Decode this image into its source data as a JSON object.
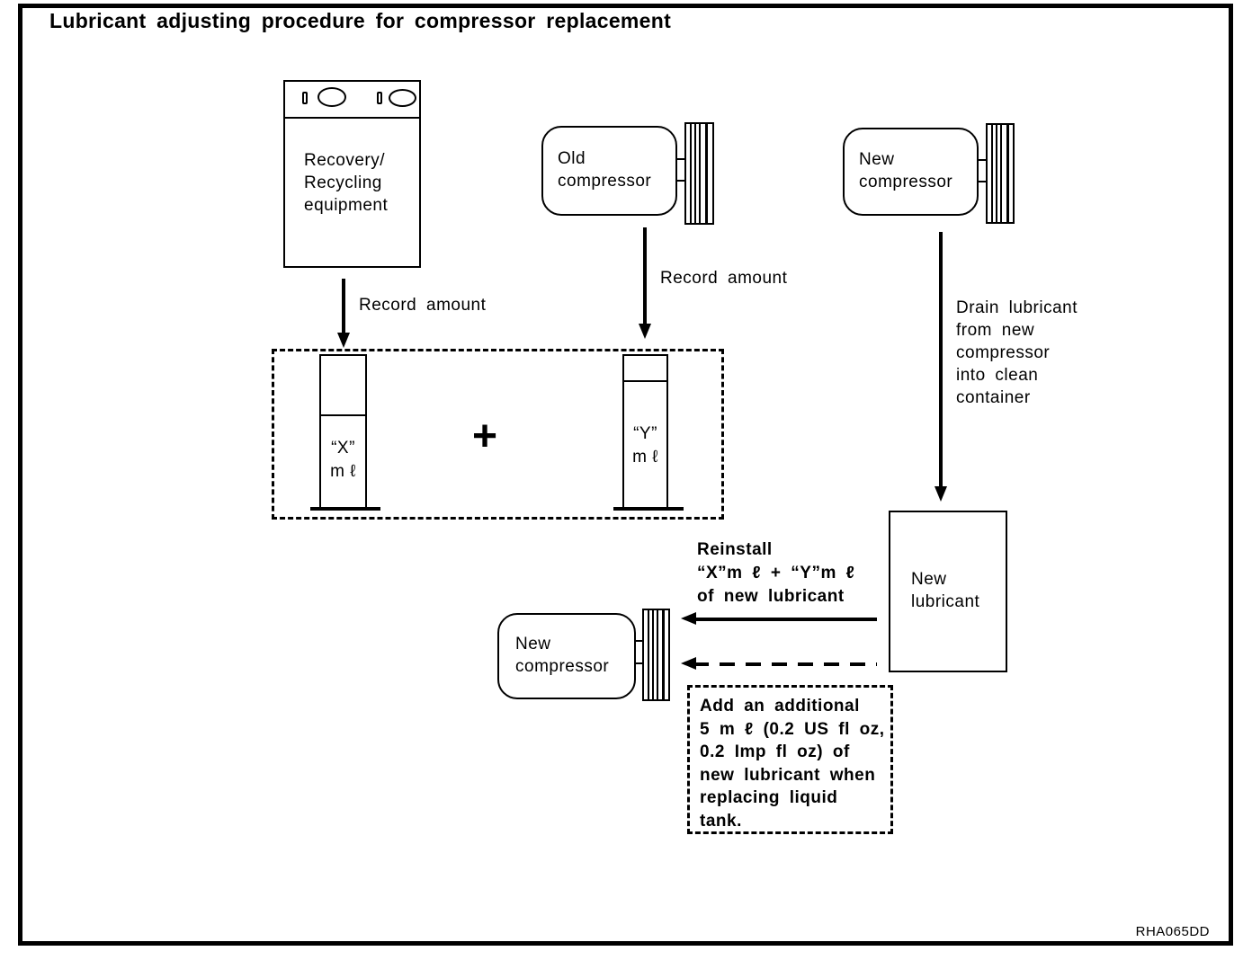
{
  "title": "Lubricant adjusting procedure for compressor replacement",
  "figure_code": "RHA065DD",
  "colors": {
    "ink": "#000000",
    "paper": "#ffffff"
  },
  "nodes": {
    "recovery_equipment": {
      "label": "Recovery/\nRecycling\nequipment"
    },
    "old_compressor": {
      "label": "Old\ncompressor"
    },
    "new_compressor_top": {
      "label": "New\ncompressor"
    },
    "new_lubricant": {
      "label": "New\nlubricant"
    },
    "new_compressor_bottom": {
      "label": "New\ncompressor"
    }
  },
  "measuring": {
    "cylinder_x_label": "“X”\nm ℓ",
    "plus": "+",
    "cylinder_y_label": "“Y”\nm ℓ"
  },
  "annotations": {
    "record_amount_recovery": "Record amount",
    "record_amount_old": "Record amount",
    "drain_lubricant": "Drain lubricant\nfrom new\ncompressor\ninto clean\ncontainer",
    "reinstall": "Reinstall\n“X”m ℓ + “Y”m ℓ\nof new lubricant",
    "additional_note": "Add an additional\n5 m ℓ (0.2 US fl oz,\n0.2 Imp fl oz) of\nnew lubricant when\nreplacing liquid\ntank."
  }
}
